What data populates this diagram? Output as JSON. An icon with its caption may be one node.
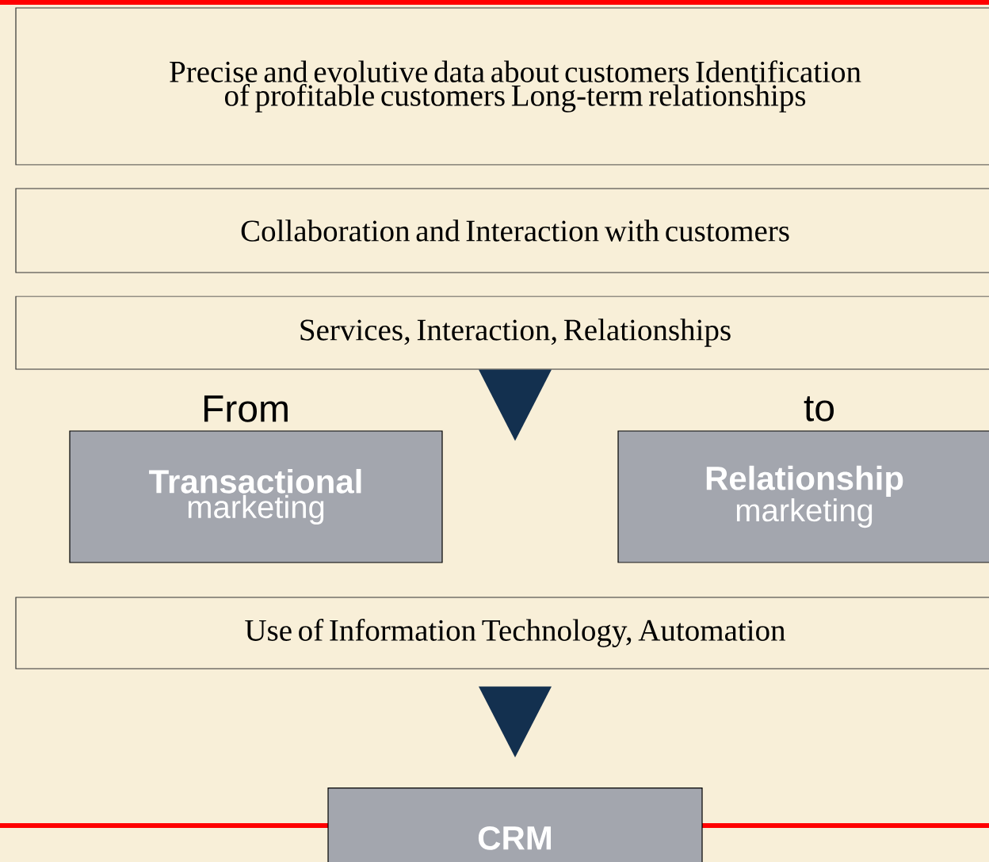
{
  "diagram": {
    "nodes": [
      {
        "text": [
          "Precise and evolutive data about customers Identification of profitable customers Long-term relationships"
        ]
      },
      {
        "text": [
          "Collaboration and Interaction with customers"
        ]
      },
      {
        "text": [
          "Services, Interaction, Relationships"
        ]
      },
      {
        "text": [
          "Transactional",
          "marketing"
        ]
      },
      {
        "text": [
          "Relationship",
          "marketing"
        ]
      },
      {
        "text": [
          "Use of Information Technology, Automation"
        ]
      },
      {
        "text": [
          "CRM"
        ]
      }
    ],
    "edges": [
      {
        "from": 2,
        "to": null,
        "arrow": "to"
      },
      {
        "from": 5,
        "to": 6,
        "arrow": "to"
      }
    ],
    "labels": [
      "From",
      "to"
    ]
  }
}
